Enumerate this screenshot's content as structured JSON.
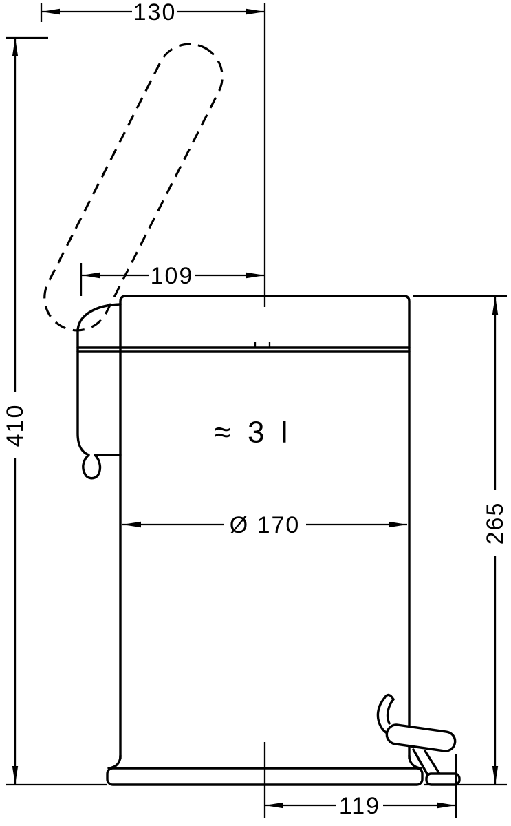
{
  "meta": {
    "kind": "technical dimension drawing",
    "subject": "pedal waste bin with opening lid",
    "unit": "mm",
    "line_color": "#000000",
    "background_color": "#ffffff"
  },
  "dimensions": {
    "overall_width": "130",
    "lid_to_center": "109",
    "overall_height": "410",
    "body_height": "265",
    "diameter": "Ø 170",
    "base_to_pedal": "119"
  },
  "annotations": {
    "capacity": "≈ 3 l"
  }
}
